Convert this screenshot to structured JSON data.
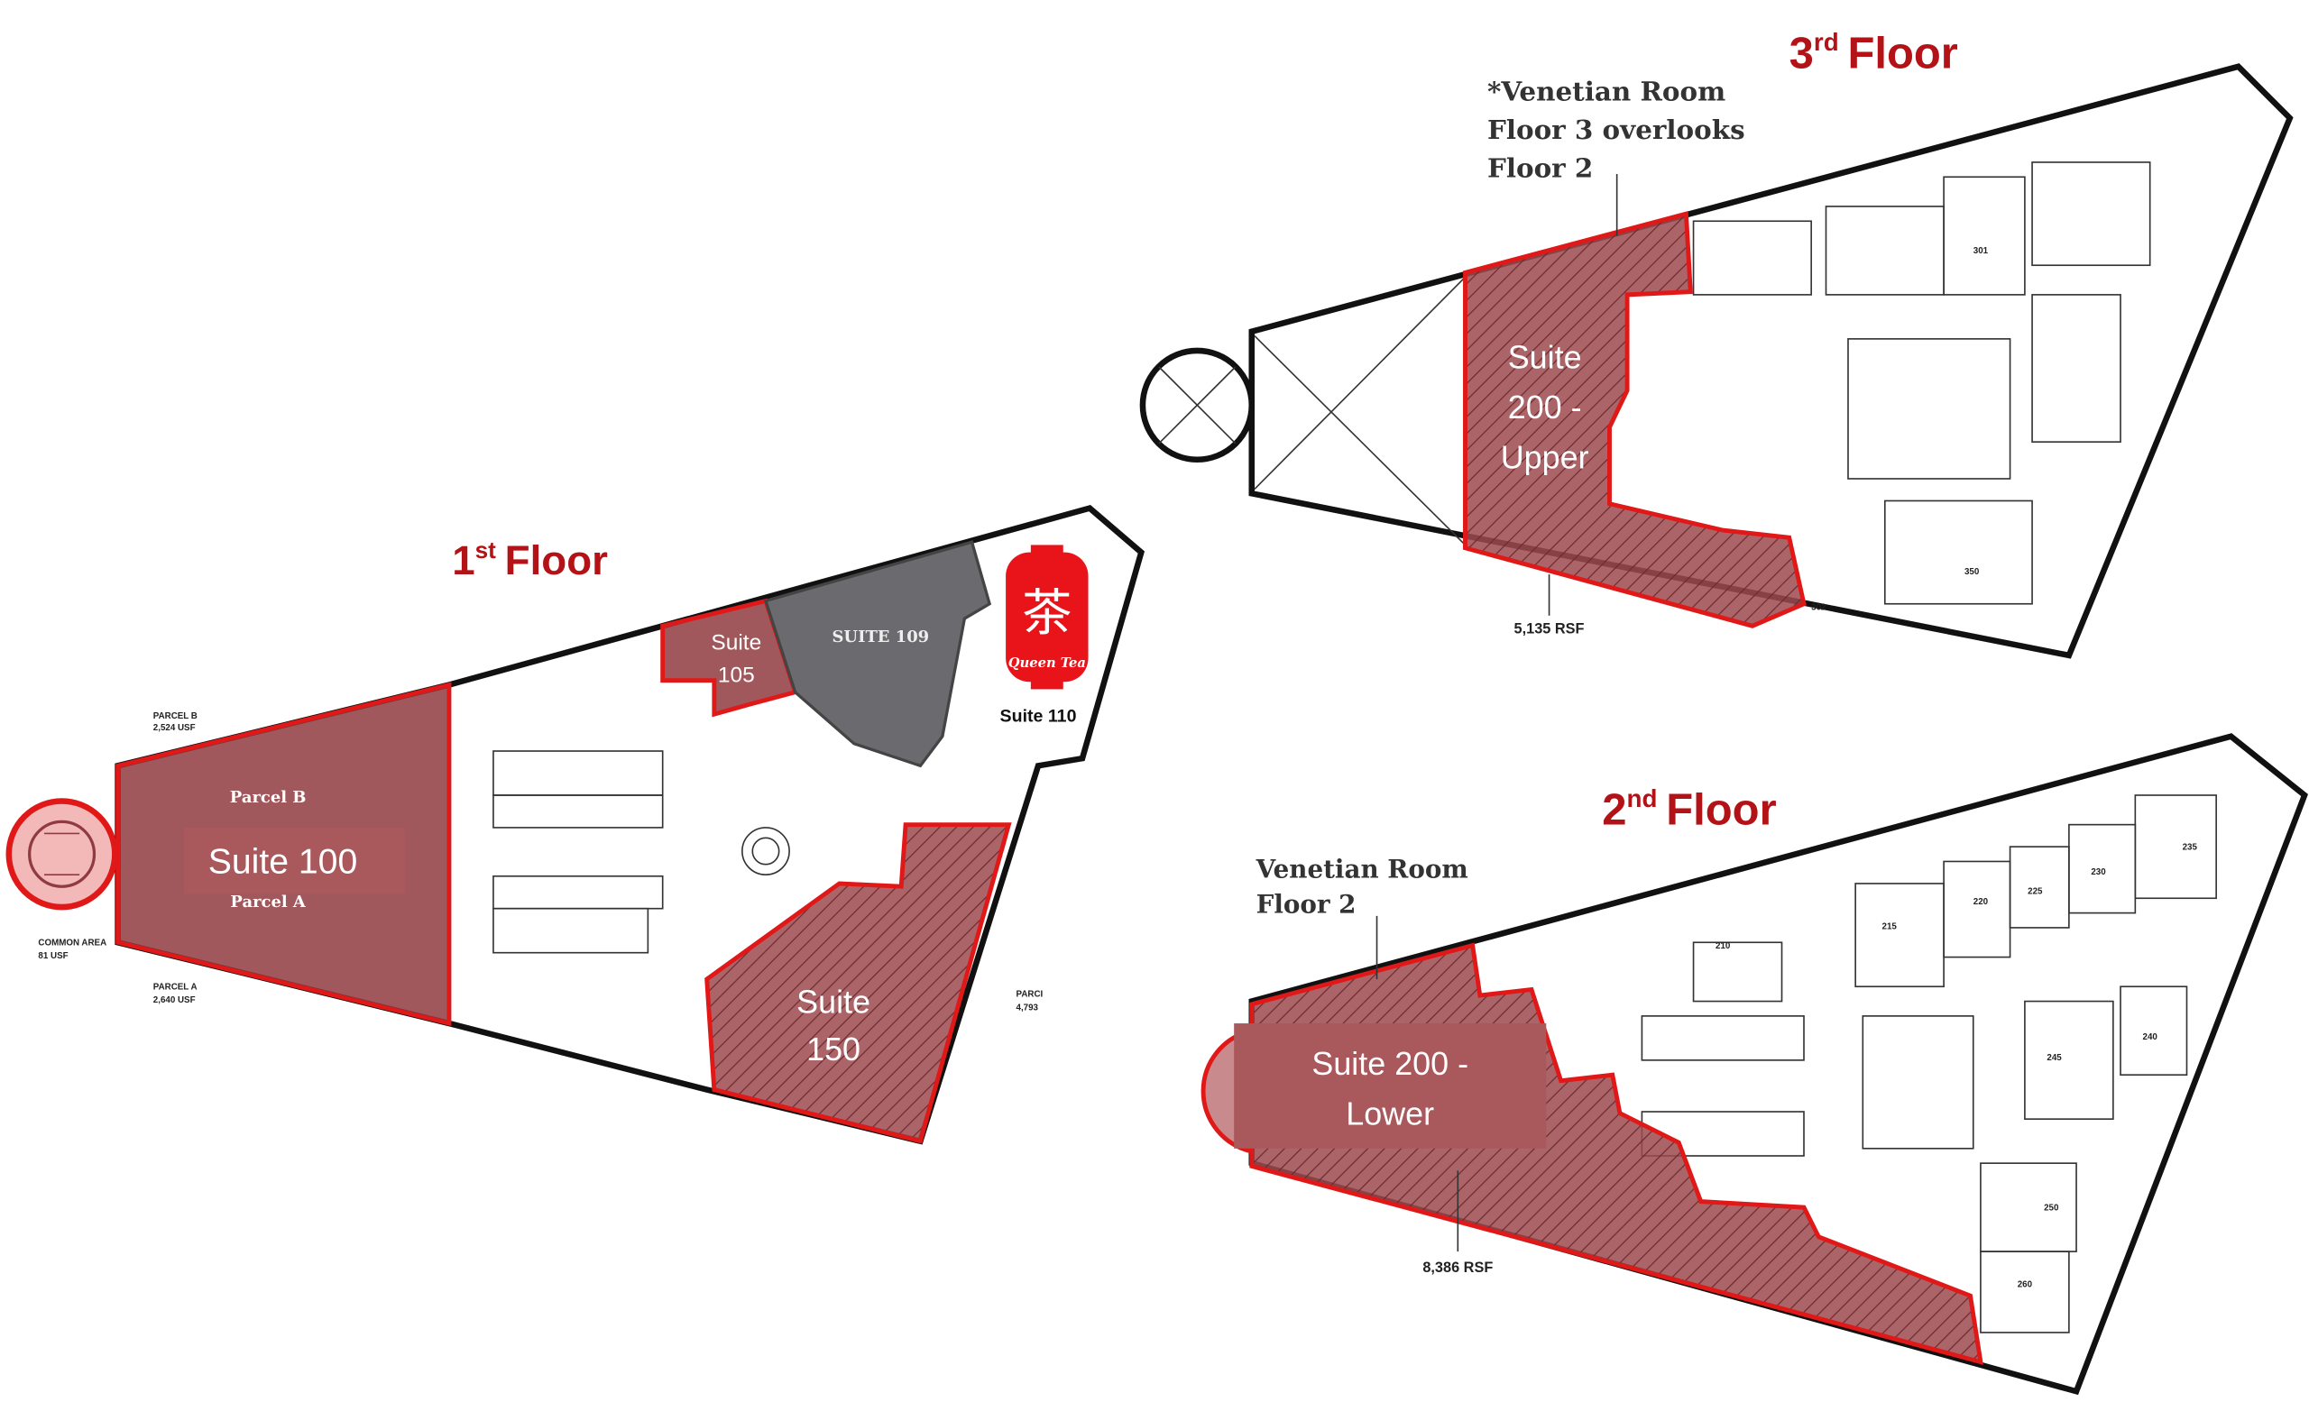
{
  "floors": {
    "first": {
      "title_num": "1",
      "title_sup": "st",
      "title_word": "Floor",
      "suite_100": "Suite 100",
      "parcel_b": "Parcel B",
      "parcel_a": "Parcel A",
      "parcel_b_note": "PARCEL B",
      "parcel_b_area": "2,524 USF",
      "parcel_a_note": "PARCEL A",
      "parcel_a_area": "2,640 USF",
      "common_area": "COMMON AREA",
      "common_area_size": "81 USF",
      "suite_105_line1": "Suite",
      "suite_105_line2": "105",
      "suite_109": "SUITE 109",
      "suite_110": "Suite 110",
      "suite_150_line1": "Suite",
      "suite_150_line2": "150",
      "parcel_c_note": "PARCI",
      "parcel_c_area": "4,793",
      "tenant_logo_text": "Queen Tea"
    },
    "third": {
      "title_num": "3",
      "title_sup": "rd",
      "title_word": "Floor",
      "note_line1": "*Venetian Room",
      "note_line2": "Floor 3 overlooks",
      "note_line3": "Floor 2",
      "suite_line1": "Suite",
      "suite_line2": "200 -",
      "suite_line3": "Upper",
      "rsf": "5,135 RSF",
      "rooms": [
        "301",
        "350",
        "302"
      ]
    },
    "second": {
      "title_num": "2",
      "title_sup": "nd",
      "title_word": "Floor",
      "note_line1": "Venetian Room",
      "note_line2": "Floor 2",
      "suite_line1": "Suite 200 -",
      "suite_line2": "Lower",
      "rsf": "8,386 RSF",
      "rooms": [
        "210",
        "215",
        "220",
        "225",
        "230",
        "235",
        "240",
        "245",
        "250",
        "260"
      ]
    }
  },
  "colors": {
    "accent": "#b31217",
    "suite_fill": "#8f3b40",
    "outline": "#e01818",
    "grey_suite": "#6b6b6f"
  }
}
